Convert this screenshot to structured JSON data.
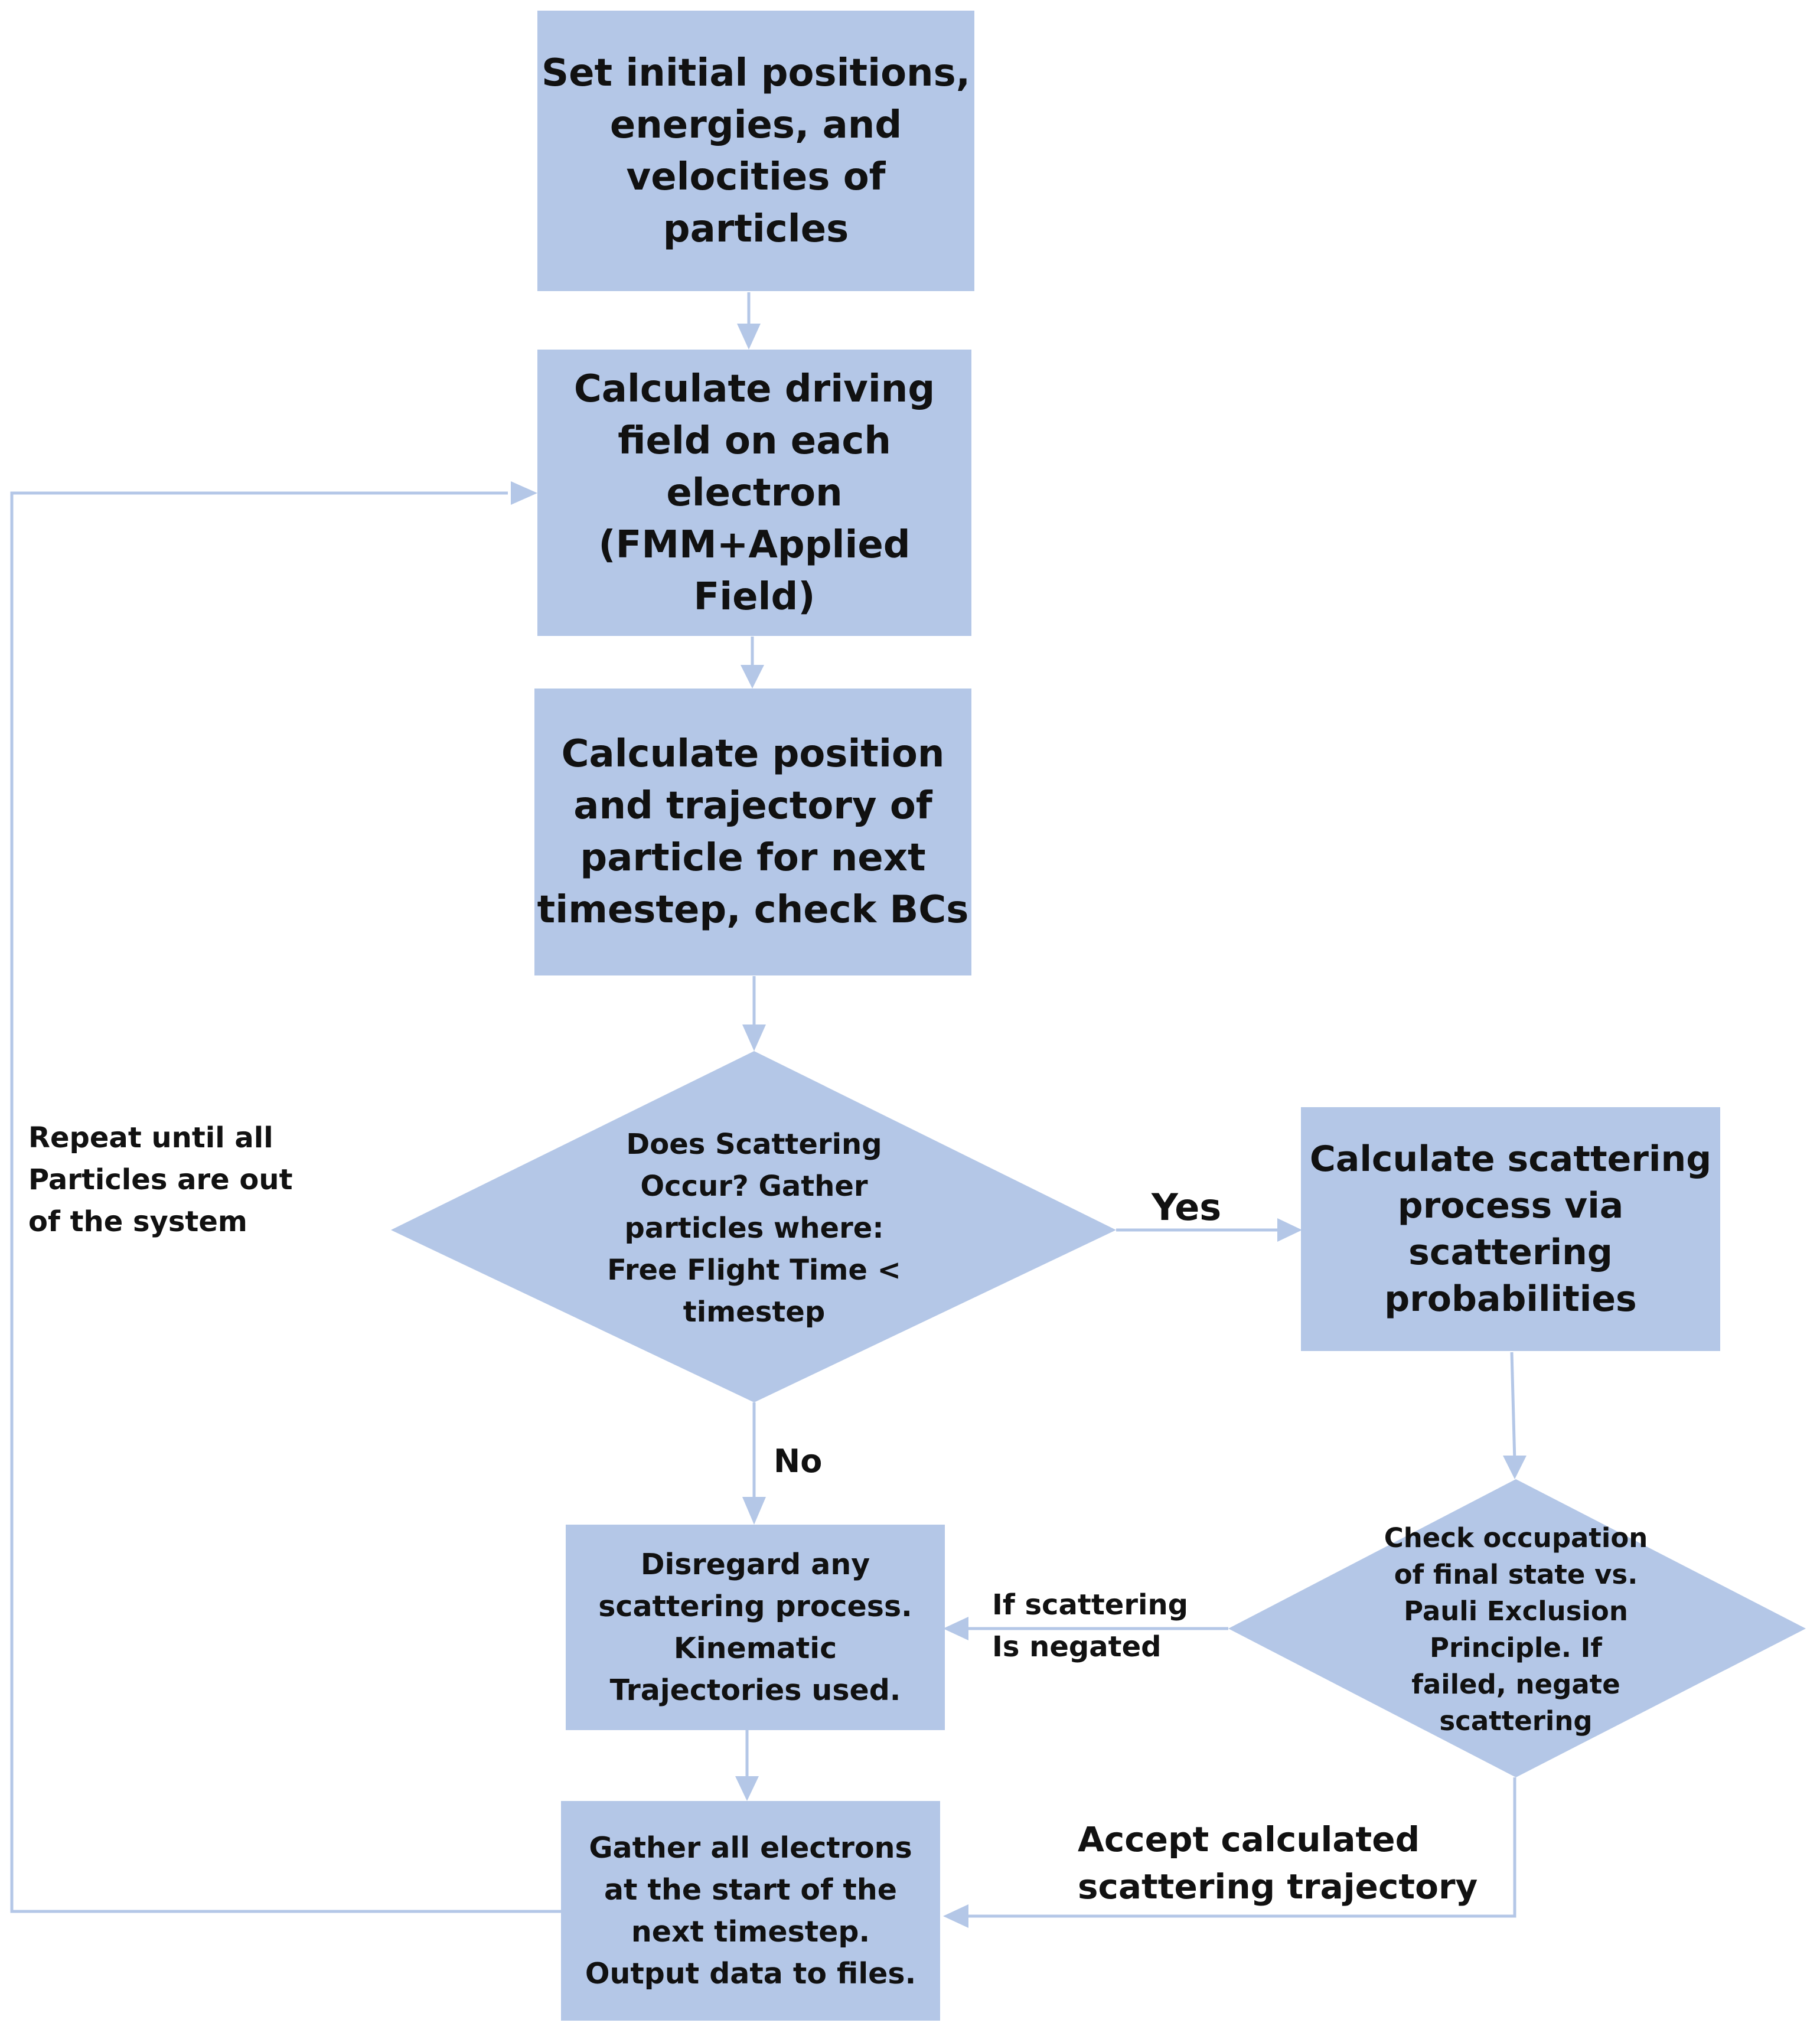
{
  "colors": {
    "box_fill": "#b4c7e7",
    "connector": "#b4c7e7",
    "text": "#111111",
    "background": "#ffffff"
  },
  "nodes": {
    "init": "Set initial positions,\nenergies, and\nvelocities of\nparticles",
    "field": "Calculate driving\nfield on each\nelectron\n(FMM+Applied\nField)",
    "position": "Calculate position\nand trajectory of\nparticle for next\ntimestep, check BCs",
    "scatter_decision": "Does Scattering\nOccur? Gather\nparticles where:\nFree Flight Time <\ntimestep",
    "scatter_calc": "Calculate scattering\nprocess via\nscattering\nprobabilities",
    "pauli_check": "Check occupation\nof final state vs.\nPauli Exclusion\nPrinciple. If\nfailed, negate\nscattering",
    "disregard": "Disregard any\nscattering process.\nKinematic\nTrajectories used.",
    "gather": "Gather all electrons\nat the start of the\nnext timestep.\nOutput data to files."
  },
  "edge_labels": {
    "yes": "Yes",
    "no": "No",
    "negated": "If scattering\nIs negated",
    "accept": "Accept calculated\nscattering trajectory",
    "repeat": "Repeat until all\nParticles are out\nof the system"
  }
}
